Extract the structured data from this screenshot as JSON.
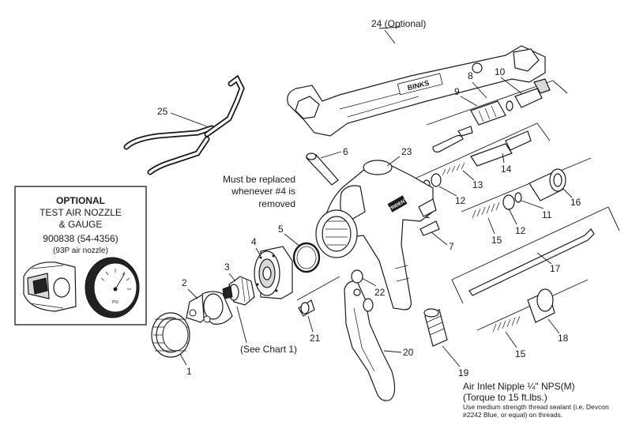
{
  "parts": {
    "p1": "1",
    "p2": "2",
    "p3": "3",
    "p4": "4",
    "p5": "5",
    "p6": "6",
    "p7": "7",
    "p8": "8",
    "p9": "9",
    "p10": "10",
    "p11a": "11",
    "p11b": "11",
    "p12a": "12",
    "p12b": "12",
    "p13": "13",
    "p14": "14",
    "p15a": "15",
    "p15b": "15",
    "p16": "16",
    "p17": "17",
    "p18": "18",
    "p19": "19",
    "p20": "20",
    "p21": "21",
    "p22": "22",
    "p23": "23",
    "p24": "24 (Optional)",
    "p25": "25"
  },
  "notes": {
    "replace_line1": "Must be replaced",
    "replace_line2": "whenever #4 is",
    "replace_line3": "removed",
    "see_chart": "(See Chart 1)",
    "inlet_line1": "Air Inlet Nipple ¼\" NPS(M)",
    "inlet_line2": "(Torque to 15 ft.lbs.)",
    "sealant_line1": "Use medium strength thread sealant (i.e. Devcon",
    "sealant_line2": "#2242 Blue, or equal) on threads."
  },
  "optional_box": {
    "title": "OPTIONAL",
    "line1": "TEST AIR NOZZLE",
    "line2": "& GAUGE",
    "part_number": "900838 (54-4356)",
    "nozzle": "(93P air nozzle)"
  },
  "brand_marks": {
    "wrench": "BINKS",
    "gun": "TRIDENT"
  },
  "colors": {
    "ink": "#1a1a1a",
    "paper": "#ffffff",
    "shade": "#d9d9d9"
  }
}
